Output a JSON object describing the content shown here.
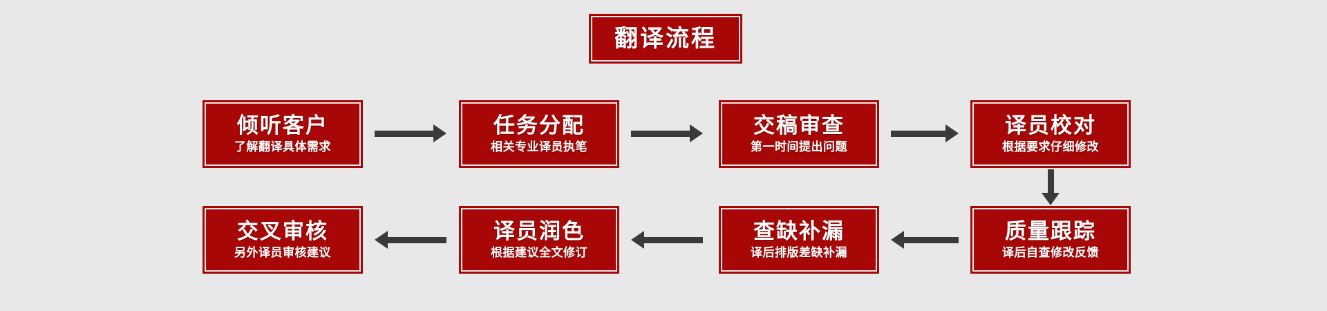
{
  "page": {
    "background_color": "#e8e8e8",
    "accent_color": "#a80707",
    "arrow_color": "#3a3a3a",
    "text_color": "#ffffff"
  },
  "header": {
    "title": "翻译流程"
  },
  "flow": {
    "row1": [
      {
        "title": "倾听客户",
        "subtitle": "了解翻译具体需求"
      },
      {
        "title": "任务分配",
        "subtitle": "相关专业译员执笔"
      },
      {
        "title": "交稿审查",
        "subtitle": "第一时间提出问题"
      },
      {
        "title": "译员校对",
        "subtitle": "根据要求仔细修改"
      }
    ],
    "row2": [
      {
        "title": "交叉审核",
        "subtitle": "另外译员审核建议"
      },
      {
        "title": "译员润色",
        "subtitle": "根据建议全文修订"
      },
      {
        "title": "查缺补漏",
        "subtitle": "译后排版差缺补漏"
      },
      {
        "title": "质量跟踪",
        "subtitle": "译后自查修改反馈"
      }
    ]
  },
  "connectors": [
    {
      "name": "arrow-step1-to-step2",
      "direction": "right"
    },
    {
      "name": "arrow-step2-to-step3",
      "direction": "right"
    },
    {
      "name": "arrow-step3-to-step4",
      "direction": "right"
    },
    {
      "name": "arrow-step4-to-step5",
      "direction": "down"
    },
    {
      "name": "arrow-step5-to-step6",
      "direction": "left"
    },
    {
      "name": "arrow-step6-to-step7",
      "direction": "left"
    },
    {
      "name": "arrow-step7-to-step8",
      "direction": "left"
    }
  ]
}
